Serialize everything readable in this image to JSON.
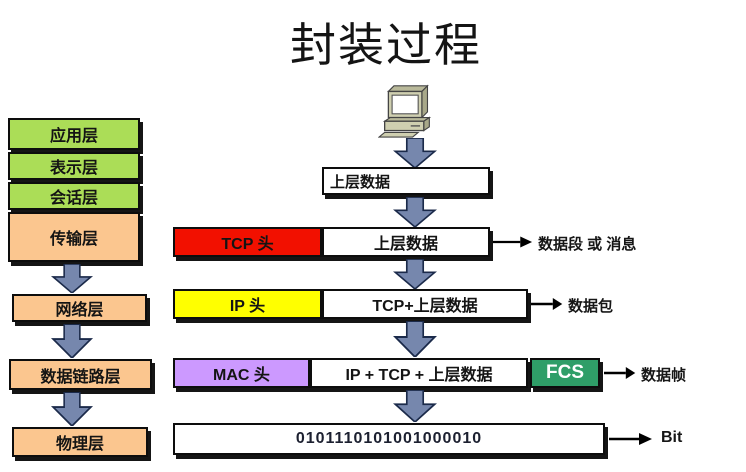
{
  "title": "封装过程",
  "osi": {
    "layers": [
      {
        "label": "应用层",
        "type": "green"
      },
      {
        "label": "表示层",
        "type": "green"
      },
      {
        "label": "会话层",
        "type": "green"
      },
      {
        "label": "传输层",
        "type": "orange"
      },
      {
        "label": "网络层",
        "type": "orange"
      },
      {
        "label": "数据链路层",
        "type": "orange"
      },
      {
        "label": "物理层",
        "type": "orange"
      }
    ]
  },
  "flow": {
    "top_box": "上层数据",
    "rows": [
      {
        "header": "TCP 头",
        "header_color": "#f21000",
        "payload": "上层数据",
        "result": "数据段 或 消息"
      },
      {
        "header": "IP 头",
        "header_color": "#ffff00",
        "payload": "TCP+上层数据",
        "result": "数据包"
      },
      {
        "header": "MAC 头",
        "header_color": "#cc99ff",
        "payload": "IP + TCP + 上层数据",
        "trailer": "FCS",
        "trailer_color": "#2f9e68",
        "result": "数据帧"
      },
      {
        "payload": "0101110101001000010",
        "result": "Bit"
      }
    ]
  },
  "icons": {
    "computer": "computer-icon",
    "down_arrow": "block-arrow-down-icon",
    "right_arrow": "arrow-right-icon"
  },
  "colors": {
    "background": "#ffffff",
    "layer_green": "#abdd57",
    "layer_orange": "#fbc68f",
    "flow_arrow_blue": "#7687ad",
    "flow_arrow_outline": "#1b2a4a",
    "tcp_red": "#f21000",
    "ip_yellow": "#ffff00",
    "mac_purple": "#cc99ff",
    "fcs_green": "#2f9e68",
    "box_border": "#0d0d0d"
  }
}
